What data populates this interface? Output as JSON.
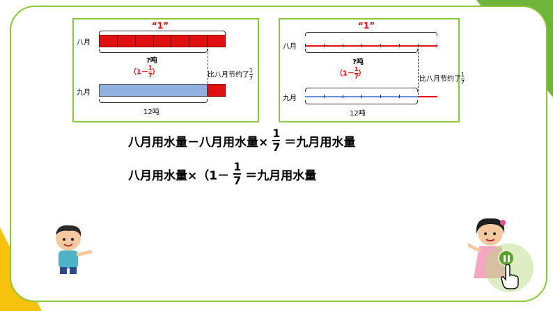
{
  "diagram_left": {
    "whole_label": "“1”",
    "aug_label": "八月",
    "sep_label": "九月",
    "unknown_label": "?吨",
    "factor_open": "（1－",
    "factor_num": "1",
    "factor_den": "7",
    "factor_close": "）",
    "saved_label": "比八月节约了",
    "saved_num": "1",
    "saved_den": "7",
    "total_label": "12吨"
  },
  "diagram_right": {
    "whole_label": "“1”",
    "aug_label": "八月",
    "sep_label": "九月",
    "unknown_label": "?吨",
    "factor_open": "（1－",
    "factor_num": "1",
    "factor_den": "7",
    "factor_close": "）",
    "saved_label": "比八月节约了",
    "saved_num": "1",
    "saved_den": "7",
    "total_label": "12吨"
  },
  "equation1": {
    "left": "八月用水量－八月用水量×",
    "num": "1",
    "den": "7",
    "right": "＝九月用水量"
  },
  "equation2": {
    "left": "八月用水量×（1－",
    "num": "1",
    "den": "7",
    "right": "＝九月用水量"
  },
  "colors": {
    "accent_green": "#8cc63f",
    "bar_red": "#e01010",
    "bar_blue": "#8fb0e0"
  },
  "icons": [
    "boy-character-icon",
    "girl-character-icon",
    "play-button-icon",
    "pointer-hand-icon"
  ]
}
